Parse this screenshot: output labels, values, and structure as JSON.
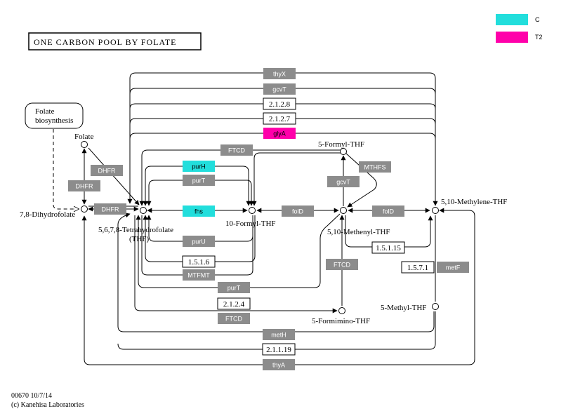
{
  "title": "ONE  CARBON  POOL  BY  FOLATE",
  "legend": [
    {
      "label": "C",
      "color": "#22dedc"
    },
    {
      "label": "T2",
      "color": "#ff00aa"
    }
  ],
  "footer": {
    "line1": "00670 10/7/14",
    "line2": "(c) Kanehisa Laboratories"
  },
  "pathway_box": {
    "line1": "Folate",
    "line2": "biosynthesis"
  },
  "compounds": {
    "folate": "Folate",
    "dhf": "7,8-Dihydrofolate",
    "thf_line1": "5,6,7,8-Tetrahydrofolate",
    "thf_line2": "(THF)",
    "formyl10": "10-Formyl-THF",
    "methenyl": "5,10-Methenyl-THF",
    "formyl5": "5-Formyl-THF",
    "methylene": "5,10-Methylene-THF",
    "formimino": "5-Formimino-THF",
    "methyl5": "5-Methyl-THF"
  },
  "enzymes": {
    "thyX": "thyX",
    "gcvT_top": "gcvT",
    "ec_2128": "2.1.2.8",
    "ec_2127": "2.1.2.7",
    "glyA": "glyA",
    "ftcd_top": "FTCD",
    "purH": "purH",
    "purT_up": "purT",
    "fhs": "fhs",
    "purU": "purU",
    "ec_1516": "1.5.1.6",
    "mtfmt": "MTFMT",
    "purT_low": "purT",
    "ec_2124": "2.1.2.4",
    "ftcd_low": "FTCD",
    "ftcd_mid": "FTCD",
    "mthfs": "MTHFS",
    "gcvT_mid": "gcvT",
    "folD_left": "folD",
    "folD_right": "folD",
    "ec_15115": "1.5.1.15",
    "ec_1571": "1.5.7.1",
    "metF": "metF",
    "dhfr_top": "DHFR",
    "dhfr_mid": "DHFR",
    "dhfr_bot": "DHFR",
    "metH": "metH",
    "ec_21119": "2.1.1.19",
    "thyA": "thyA"
  }
}
